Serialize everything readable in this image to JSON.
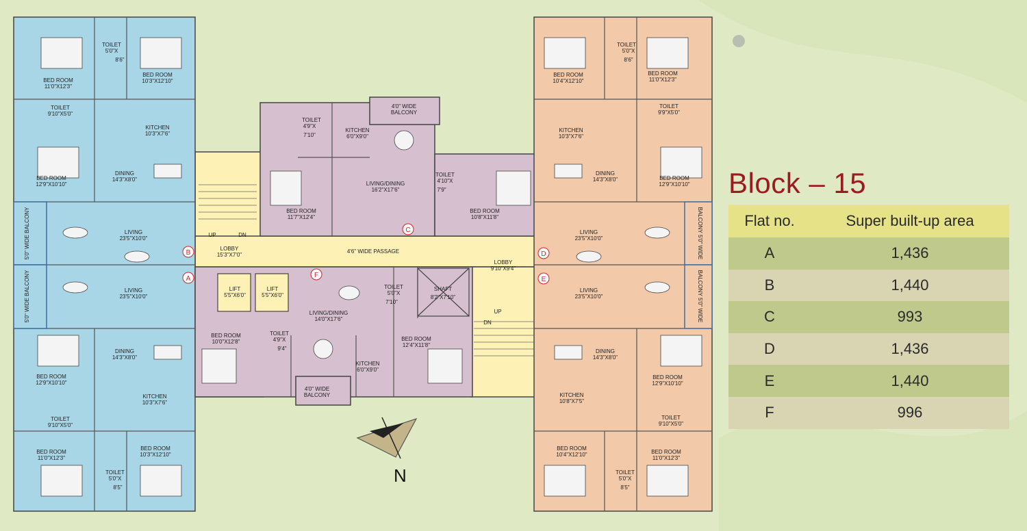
{
  "colors": {
    "background": "#dfe9c4",
    "flat_blue": "#a9d6e6",
    "flat_purple": "#d6bfcf",
    "flat_peach": "#f2c9a9",
    "common_area": "#fdf1b6",
    "title": "#9b1b1e",
    "header_row": "#e6e288"
  },
  "plan": {
    "labels": {
      "bed_a_top": "BED ROOM",
      "bed_a_top_dim": "11'0\"X12'3\"",
      "toilet_a_top": "TOILET",
      "toilet_a_top_dim1": "5'0\"X",
      "toilet_a_top_dim2": "8'6\"",
      "bed_a_top2": "BED ROOM",
      "bed_a_top2_dim": "10'3\"X12'10\"",
      "toilet_a_mid": "TOILET",
      "toilet_a_mid_dim": "9'10\"X5'0\"",
      "kitchen_a": "KITCHEN",
      "kitchen_a_dim": "10'3\"X7'6\"",
      "bed_a_mid": "BED ROOM",
      "bed_a_mid_dim": "12'9\"X10'10\"",
      "dining_a": "DINING",
      "dining_a_dim": "14'3\"X8'0\"",
      "living_b": "LIVING",
      "living_b_dim": "23'5\"X10'0\"",
      "balcony_b": "5'0\" WIDE BALCONY",
      "living_a": "LIVING",
      "living_a_dim": "23'5\"X10'0\"",
      "balcony_a": "5'0\" WIDE BALCONY",
      "dining_a2": "DINING",
      "dining_a2_dim": "14'3\"X8'0\"",
      "bed_a2": "BED ROOM",
      "bed_a2_dim": "12'9\"X10'10\"",
      "kitchen_a2": "KITCHEN",
      "kitchen_a2_dim": "10'3\"X7'6\"",
      "toilet_a2": "TOILET",
      "toilet_a2_dim": "9'10\"X5'0\"",
      "bed_a3": "BED ROOM",
      "bed_a3_dim": "11'0\"X12'3\"",
      "bed_a4": "BED ROOM",
      "bed_a4_dim": "10'3\"X12'10\"",
      "toilet_a3": "TOILET",
      "toilet_a3_dim1": "5'0\"X",
      "toilet_a3_dim2": "8'5\"",
      "balcony_c": "4'0\" WIDE",
      "balcony_c2": "BALCONY",
      "toilet_c": "TOILET",
      "toilet_c_dim1": "4'9\"X",
      "toilet_c_dim2": "7'10\"",
      "kitchen_c": "KITCHEN",
      "kitchen_c_dim": "6'0\"X9'0\"",
      "living_c": "LIVING/DINING",
      "living_c_dim": "16'2\"X17'6\"",
      "toilet_c2": "TOILET",
      "toilet_c2_dim1": "4'10\"X",
      "toilet_c2_dim2": "7'9\"",
      "bed_c": "BED ROOM",
      "bed_c_dim": "11'7\"X12'4\"",
      "bed_c2": "BED ROOM",
      "bed_c2_dim": "10'8\"X11'8\"",
      "up": "UP",
      "dn": "DN",
      "lobby1": "LOBBY",
      "lobby1_dim": "15'3\"X7'0\"",
      "passage": "4'6\" WIDE PASSAGE",
      "lobby2": "LOBBY",
      "lobby2_dim": "9'10\"X9'4\"",
      "lift1": "LIFT",
      "lift1_dim": "5'5\"X6'0\"",
      "lift2": "LIFT",
      "lift2_dim": "5'5\"X6'0\"",
      "living_f": "LIVING/DINING",
      "living_f_dim": "14'0\"X17'6\"",
      "toilet_f": "TOILET",
      "toilet_f_dim1": "5'0\"X",
      "toilet_f_dim2": "7'10\"",
      "shaft": "SHAFT",
      "shaft_dim": "8'2\"X7'10\"",
      "bed_f": "BED ROOM",
      "bed_f_dim": "10'0\"X12'8\"",
      "toilet_f2": "TOILET",
      "toilet_f2_dim1": "4'9\"X",
      "toilet_f2_dim2": "9'4\"",
      "kitchen_f": "KITCHEN",
      "kitchen_f_dim": "6'0\"X9'0\"",
      "bed_f2": "BED ROOM",
      "bed_f2_dim": "12'4\"X11'8\"",
      "balcony_f": "4'0\" WIDE",
      "balcony_f2": "BALCONY",
      "up2": "UP",
      "dn2": "DN",
      "bed_d_top": "BED ROOM",
      "bed_d_top_dim": "10'4\"X12'10\"",
      "toilet_d_top": "TOILET",
      "toilet_d_top_dim1": "5'0\"X",
      "toilet_d_top_dim2": "8'6\"",
      "bed_d_top2": "BED ROOM",
      "bed_d_top2_dim": "11'0\"X12'3\"",
      "kitchen_d": "KITCHEN",
      "kitchen_d_dim": "10'3\"X7'6\"",
      "toilet_d_mid": "TOILET",
      "toilet_d_mid_dim": "9'9\"X5'0\"",
      "dining_d": "DINING",
      "dining_d_dim": "14'3\"X8'0\"",
      "bed_d_mid": "BED ROOM",
      "bed_d_mid_dim": "12'9\"X10'10\"",
      "living_d": "LIVING",
      "living_d_dim": "23'5\"X10'0\"",
      "balcony_d": "BALCONY 5'0\" WIDE",
      "living_e": "LIVING",
      "living_e_dim": "23'5\"X10'0\"",
      "balcony_e": "BALCONY 5'0\" WIDE",
      "dining_e": "DINING",
      "dining_e_dim": "14'3\"X8'0\"",
      "bed_e": "BED ROOM",
      "bed_e_dim": "12'9\"X10'10\"",
      "kitchen_e": "KITCHEN",
      "kitchen_e_dim": "10'8\"X7'5\"",
      "toilet_e": "TOILET",
      "toilet_e_dim": "9'10\"X5'0\"",
      "bed_e2": "BED ROOM",
      "bed_e2_dim": "10'4\"X12'10\"",
      "bed_e3": "BED ROOM",
      "bed_e3_dim": "11'0\"X12'3\"",
      "toilet_e2": "TOILET",
      "toilet_e2_dim1": "5'0\"X",
      "toilet_e2_dim2": "8'5\""
    },
    "flat_markers": [
      "A",
      "B",
      "C",
      "D",
      "E",
      "F"
    ],
    "north_label": "N"
  },
  "legend": {
    "title": "Block – 15",
    "headers": [
      "Flat no.",
      "Super built-up area"
    ],
    "rows": [
      {
        "flat": "A",
        "area": "1,436"
      },
      {
        "flat": "B",
        "area": "1,440"
      },
      {
        "flat": "C",
        "area": "993"
      },
      {
        "flat": "D",
        "area": "1,436"
      },
      {
        "flat": "E",
        "area": "1,440"
      },
      {
        "flat": "F",
        "area": "996"
      }
    ]
  }
}
